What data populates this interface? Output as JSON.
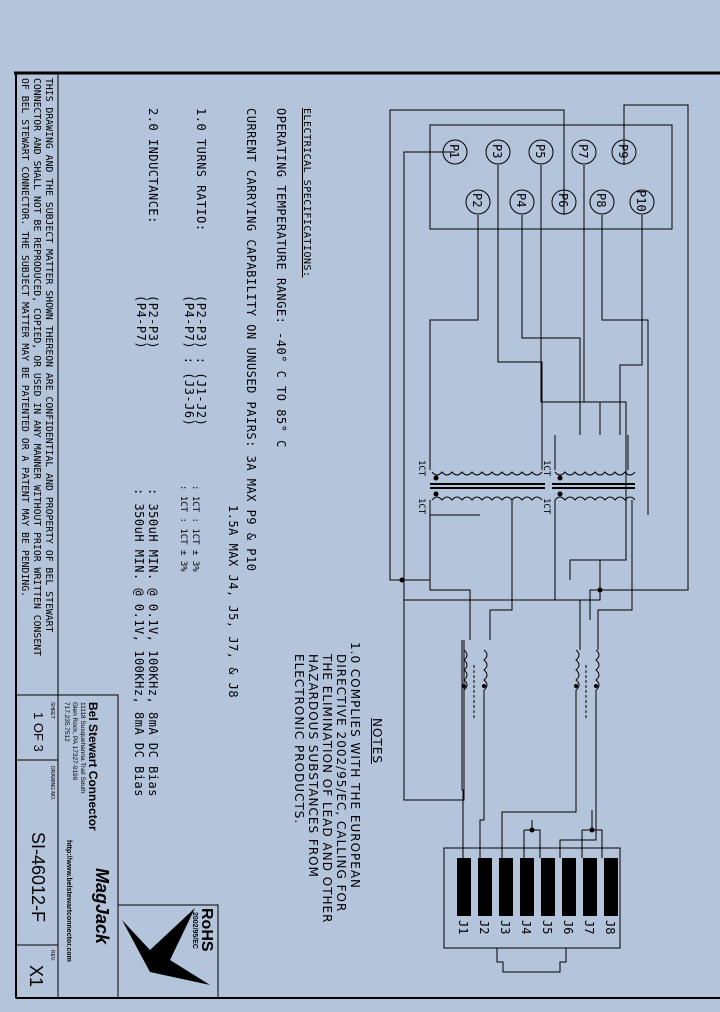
{
  "disclaimer": [
    "THIS DRAWING AND THE SUBJECT MATTER SHOWN THEREON ARE CONFIDENTIAL AND PROPERTY OF BEL STEWART",
    "CONNECTOR AND SHALL NOT BE REPRODUCED, COPIED, OR USED IN ANY MANNER WITHOUT PRIOR WRITTEN CONSENT",
    "OF BEL STEWART CONNECTOR. THE SUBJECT MATTER MAY BE PATENTED OR A PATENT MAY BE PENDING."
  ],
  "specs": {
    "heading": "ELECTRICAL SPECIFICATIONS:",
    "operating_temp": "OPERATING TEMPERATURE RANGE: -40° C  TO 85° C",
    "current_line1": "CURRENT CARRYING CAPABILITY ON UNUSED PAIRS: 3A MAX P9 & P10",
    "current_line2": "1.5A MAX J4, J5, J7, & J8",
    "turns_heading": "1.0  TURNS RATIO:",
    "turns_row1_pair": "(P2-P3) : (J1-J2)",
    "turns_row1_val": ": 1CT : 1CT ± 3%",
    "turns_row2_pair": "(P4-P7) : (J3-J6)",
    "turns_row2_val": ": 1CT : 1CT ± 3%",
    "inductance_heading": "2.0  INDUCTANCE:",
    "ind_row1_pair": "(P2-P3)",
    "ind_row1_val": ":  350uH MIN. @ 0.1V, 100KHz, 8mA DC Bias",
    "ind_row2_pair": "(P4-P7)",
    "ind_row2_val": ":  350uH MIN. @ 0.1V, 100KHz, 8mA DC Bias"
  },
  "notes": {
    "heading": "NOTES",
    "lines": [
      "1.0 COMPLIES WITH THE EUROPEAN",
      "DIRECTIVE 2002/95/EC, CALLING FOR",
      "THE ELIMINATION OF LEAD AND OTHER",
      "HAZARDOUS SUBSTANCES FROM",
      "ELECTRONIC PRODUCTS."
    ]
  },
  "pins_p": [
    "P1",
    "P2",
    "P3",
    "P4",
    "P5",
    "P6",
    "P7",
    "P8",
    "P9",
    "P10"
  ],
  "pins_j": [
    "J1",
    "J2",
    "J3",
    "J4",
    "J5",
    "J6",
    "J7",
    "J8"
  ],
  "transformer_labels": [
    "1CT",
    "1CT",
    "1CT",
    "1CT"
  ],
  "title_block": {
    "company": "Bel Stewart Connector",
    "address1": "11118 Susquehanna Trail South",
    "address2": "Glen Rock, PA  17327-9199",
    "phone": "717.235.7512",
    "sheet_label": "SHEET",
    "sheet_value": "1  OF  3",
    "drawing_label": "DRAWING NO.",
    "drawing_no": "SI-46012-F",
    "rev_label": "REV.",
    "rev_value": "X1",
    "website": "http://www.belstewartconnector.com",
    "brand": "MagJack",
    "rohs": "RoHS",
    "rohs_sub": "2002/95/EC"
  },
  "colors": {
    "background": "#b3c4db",
    "ink": "#000000"
  }
}
